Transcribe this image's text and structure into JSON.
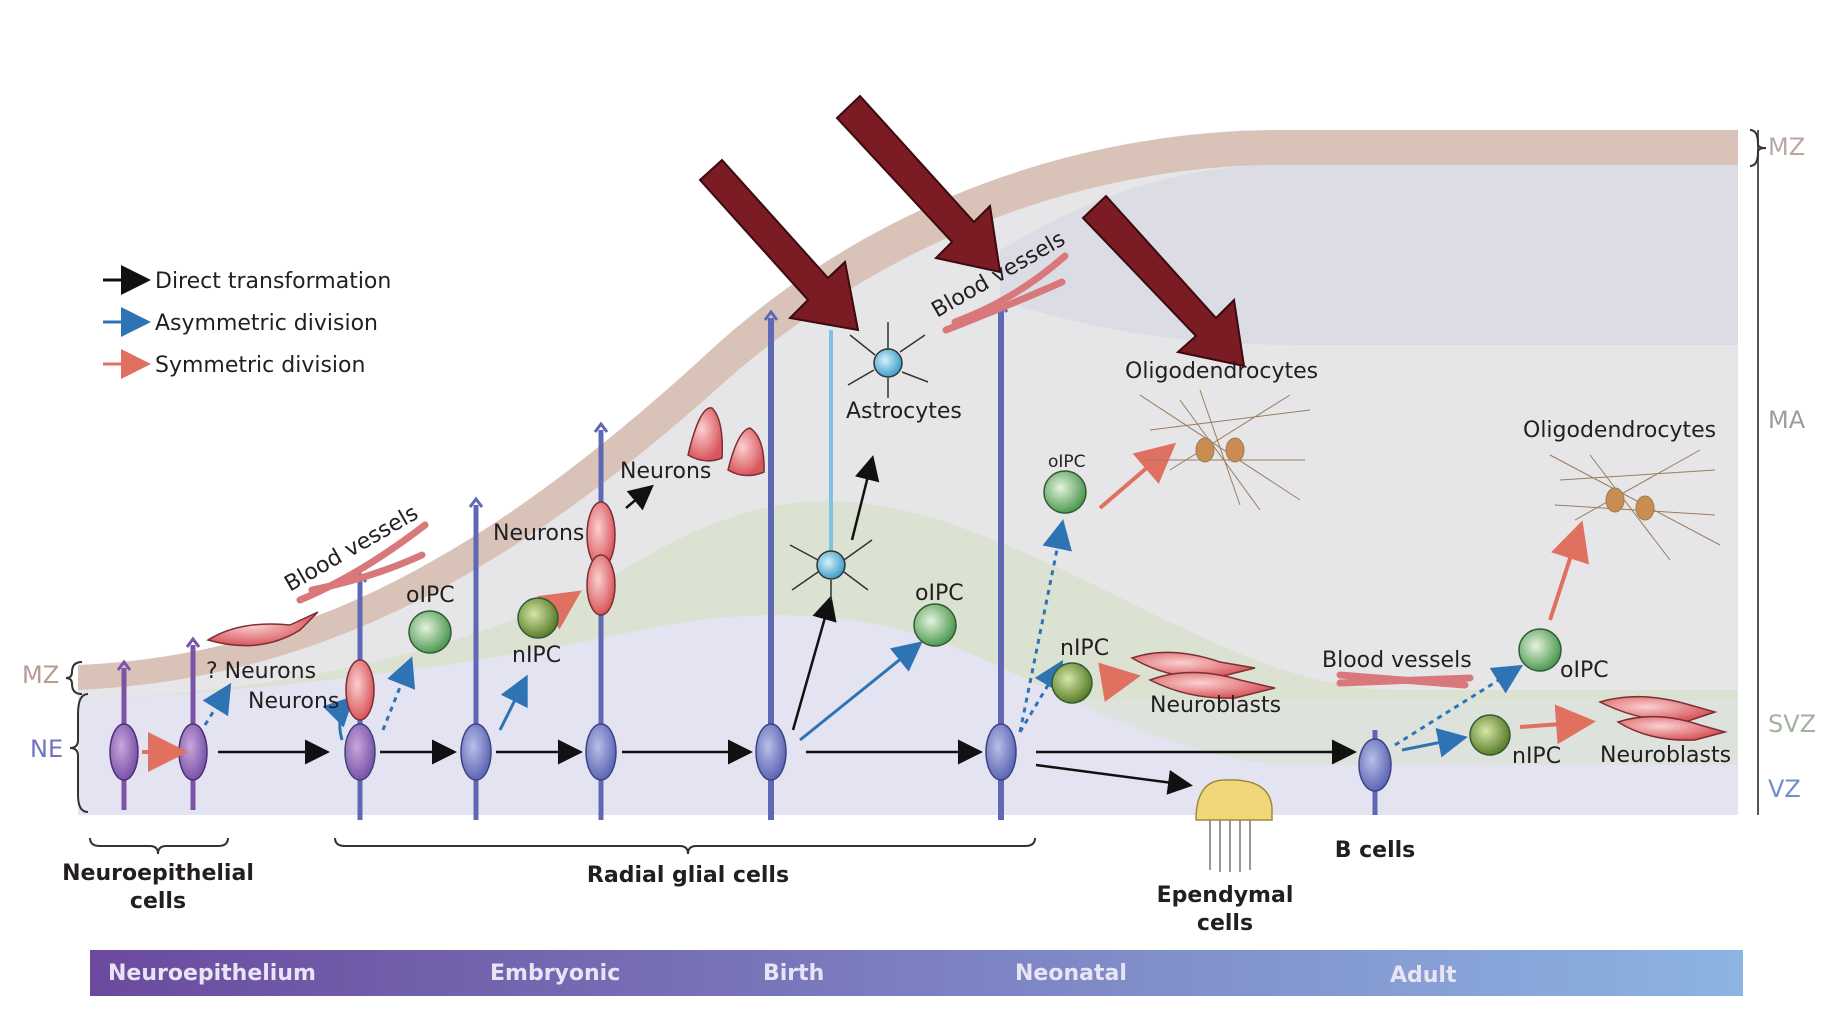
{
  "legend": [
    {
      "label": "Direct transformation",
      "color": "#111111"
    },
    {
      "label": "Asymmetric division",
      "color": "#2e74b5"
    },
    {
      "label": "Symmetric division",
      "color": "#e07060"
    }
  ],
  "zones_right": {
    "mz": "MZ",
    "ma": "MA",
    "svz": "SVZ",
    "vz": "VZ"
  },
  "zones_left": {
    "mz": "MZ",
    "ne": "NE"
  },
  "labels": {
    "q_neurons": "? Neurons",
    "neurons_1": "Neurons",
    "neurons_2": "Neurons",
    "neurons_3": "Neurons",
    "blood_vessels_1": "Blood vessels",
    "blood_vessels_2": "Blood vessels",
    "blood_vessels_3": "Blood vessels",
    "olpc_1": "oIPC",
    "olpc_2": "oIPC",
    "olpc_3": "oIPC",
    "olpc_4": "oIPC",
    "nipc_1": "nIPC",
    "nipc_2": "nIPC",
    "nipc_3": "nIPC",
    "astrocytes": "Astrocytes",
    "oligodendrocytes_1": "Oligodendrocytes",
    "oligodendrocytes_2": "Oligodendrocytes",
    "neuroblasts_1": "Neuroblasts",
    "neuroblasts_2": "Neuroblasts"
  },
  "cell_groups": {
    "neuroepithelial": [
      "Neuroepithelial",
      "cells"
    ],
    "radial_glial": "Radial glial cells",
    "ependymal": [
      "Ependymal",
      "cells"
    ],
    "b_cells": "B cells"
  },
  "timeline": [
    "Neuroepithelium",
    "Embryonic",
    "Birth",
    "Neonatal",
    "Adult"
  ],
  "colors": {
    "arrow_highlight": "#7b1c24",
    "mz_band": "#d9c3b8",
    "ma_area": "#e6e6e8",
    "svz_band": "#dbe3d0",
    "vz_band": "#e3e3f1",
    "timeline_start": "#6b4a9e",
    "timeline_end": "#8ab0e0"
  }
}
